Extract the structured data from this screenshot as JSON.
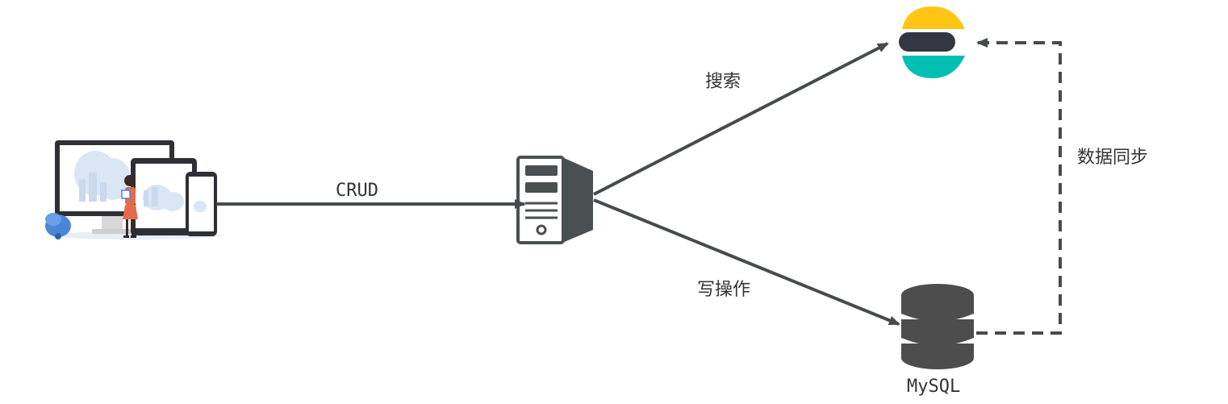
{
  "labels": {
    "crud": "CRUD",
    "search": "搜索",
    "write": "写操作",
    "sync": "数据同步",
    "mysql": "MySQL"
  },
  "nodes": {
    "client": "client-devices-icon",
    "server": "server-icon",
    "elasticsearch": "elasticsearch-logo-icon",
    "database": "database-icon"
  },
  "colors": {
    "line": "#464b4d",
    "es_yellow": "#FEC514",
    "es_dark": "#343741",
    "es_teal": "#00BFB3",
    "db_fill": "#4d4d4d"
  }
}
